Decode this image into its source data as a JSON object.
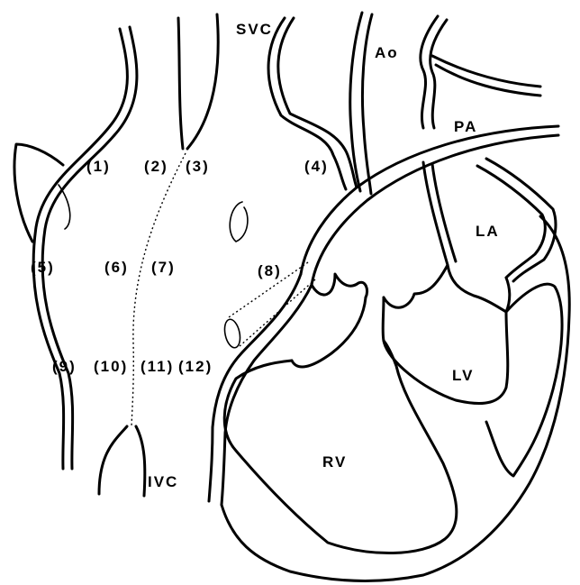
{
  "labels": {
    "svc": "SVC",
    "ao": "Ao",
    "pa": "PA",
    "la": "LA",
    "lv": "LV",
    "rv": "RV",
    "ivc": "IVC",
    "n1": "(1)",
    "n2": "(2)",
    "n3": "(3)",
    "n4": "(4)",
    "n5": "(5)",
    "n6": "(6)",
    "n7": "(7)",
    "n8": "(8)",
    "n9": "(9)",
    "n10": "(10)",
    "n11": "(11)",
    "n12": "(12)"
  }
}
